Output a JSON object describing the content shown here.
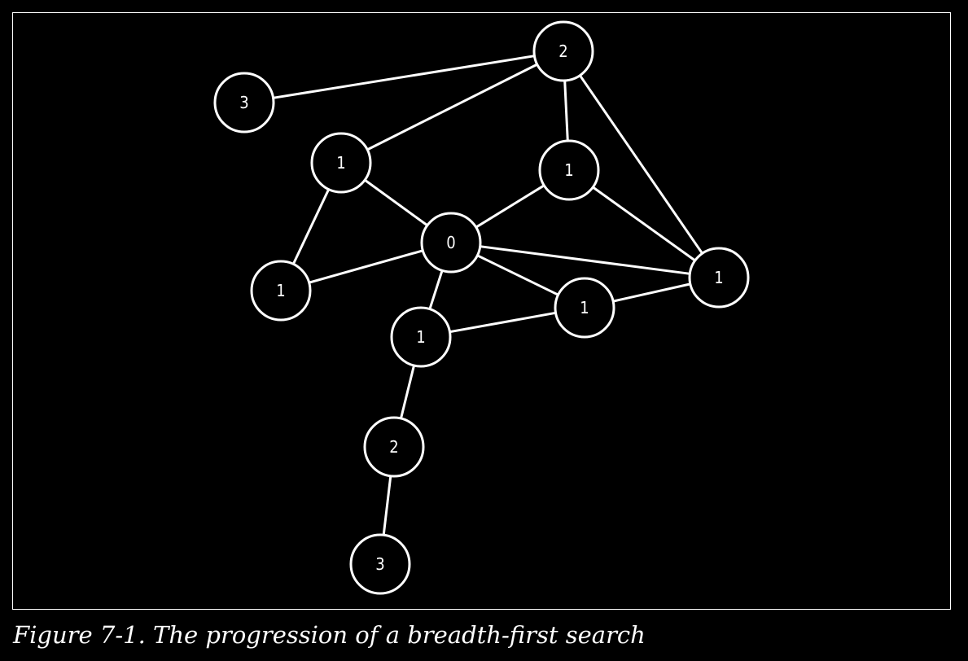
{
  "caption": "Figure 7-1. The progression of a breadth-first search",
  "graph": {
    "nodes": [
      {
        "id": "n-top-2",
        "label": "2"
      },
      {
        "id": "n-3-top",
        "label": "3"
      },
      {
        "id": "n-1-left-upper",
        "label": "1"
      },
      {
        "id": "n-1-right-upper",
        "label": "1"
      },
      {
        "id": "n-0-center",
        "label": "0"
      },
      {
        "id": "n-1-far-right",
        "label": "1"
      },
      {
        "id": "n-1-left",
        "label": "1"
      },
      {
        "id": "n-1-mid-right",
        "label": "1"
      },
      {
        "id": "n-1-below",
        "label": "1"
      },
      {
        "id": "n-2-bottom",
        "label": "2"
      },
      {
        "id": "n-3-bottom",
        "label": "3"
      }
    ],
    "edges": [
      [
        "n-3-top",
        "n-top-2"
      ],
      [
        "n-top-2",
        "n-1-left-upper"
      ],
      [
        "n-top-2",
        "n-1-right-upper"
      ],
      [
        "n-top-2",
        "n-1-far-right"
      ],
      [
        "n-1-left-upper",
        "n-0-center"
      ],
      [
        "n-1-left-upper",
        "n-1-left"
      ],
      [
        "n-1-right-upper",
        "n-0-center"
      ],
      [
        "n-1-right-upper",
        "n-1-far-right"
      ],
      [
        "n-0-center",
        "n-1-left"
      ],
      [
        "n-0-center",
        "n-1-far-right"
      ],
      [
        "n-0-center",
        "n-1-mid-right"
      ],
      [
        "n-0-center",
        "n-1-below"
      ],
      [
        "n-1-mid-right",
        "n-1-far-right"
      ],
      [
        "n-1-mid-right",
        "n-1-below"
      ],
      [
        "n-1-below",
        "n-2-bottom"
      ],
      [
        "n-2-bottom",
        "n-3-bottom"
      ]
    ]
  }
}
